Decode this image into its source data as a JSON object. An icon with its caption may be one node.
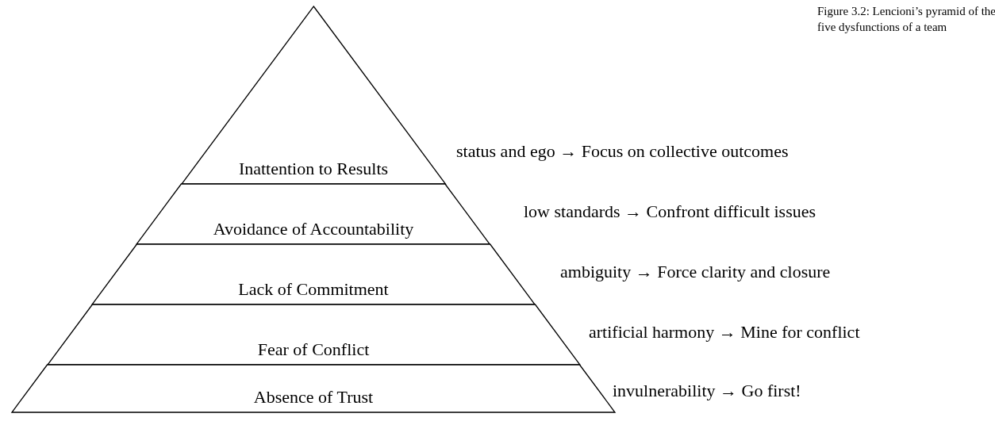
{
  "diagram": {
    "caption": "Figure 3.2: Lencioni’s pyramid of the five dysfunctions of a team",
    "nodes": [
      {
        "text": [
          "Inattention to Results"
        ],
        "beside": [
          "status and ego → Focus on collective outcomes"
        ]
      },
      {
        "text": [
          "Avoidance of Accountability"
        ],
        "beside": [
          "low standards → Confront difficult issues"
        ]
      },
      {
        "text": [
          "Lack of Commitment"
        ],
        "beside": [
          "ambiguity → Force clarity and closure"
        ]
      },
      {
        "text": [
          "Fear of Conflict"
        ],
        "beside": [
          "artificial harmony → Mine for conflict"
        ]
      },
      {
        "text": [
          "Absence of Trust"
        ],
        "beside": [
          "invulnerability → Go first!"
        ]
      }
    ]
  }
}
